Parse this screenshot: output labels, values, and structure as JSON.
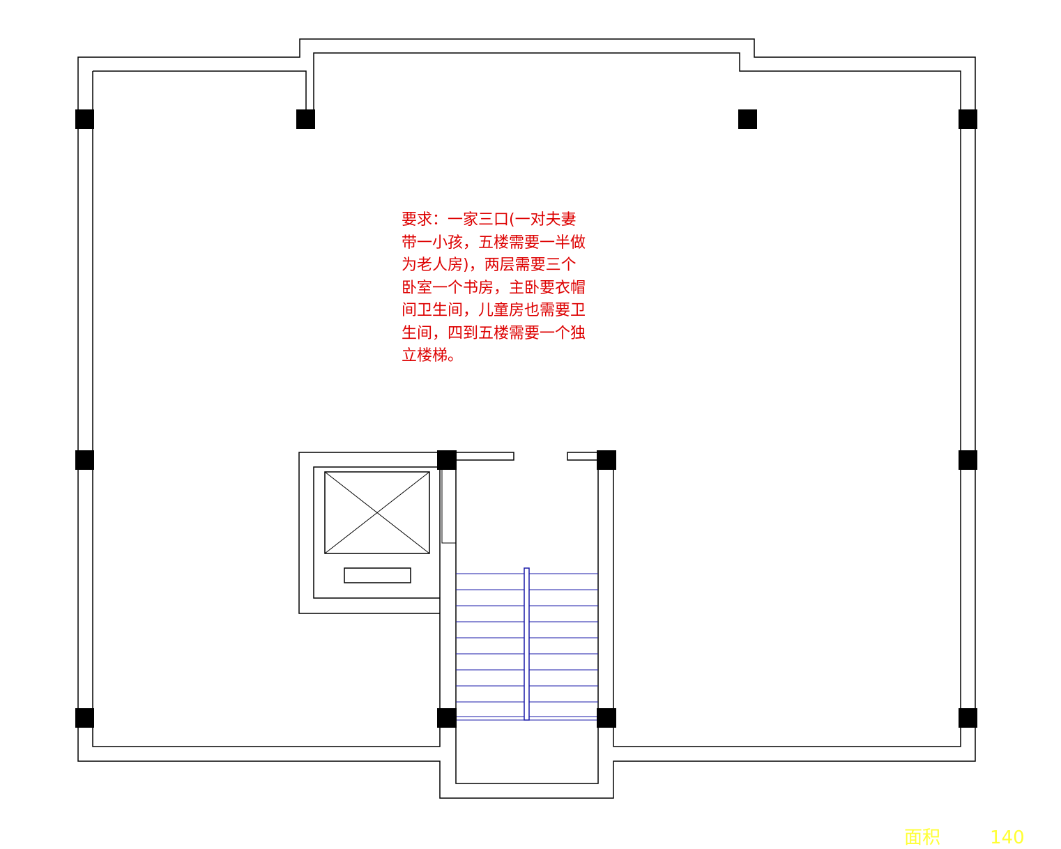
{
  "requirements_note": {
    "lines": [
      "要求：一家三口(一对夫妻",
      "带一小孩，五楼需要一半做",
      "为老人房)，两层需要三个",
      "卧室一个书房，主卧要衣帽",
      "间卫生间，儿童房也需要卫",
      "生间，四到五楼需要一个独",
      "立楼梯。"
    ]
  },
  "area": {
    "label": "面积",
    "value": "140"
  },
  "colors": {
    "walls": "#000000",
    "columns": "#000000",
    "stair_lines": "#1a1aa8",
    "note_text": "#dd0000",
    "area_text": "#ffff33",
    "background": "#ffffff"
  }
}
